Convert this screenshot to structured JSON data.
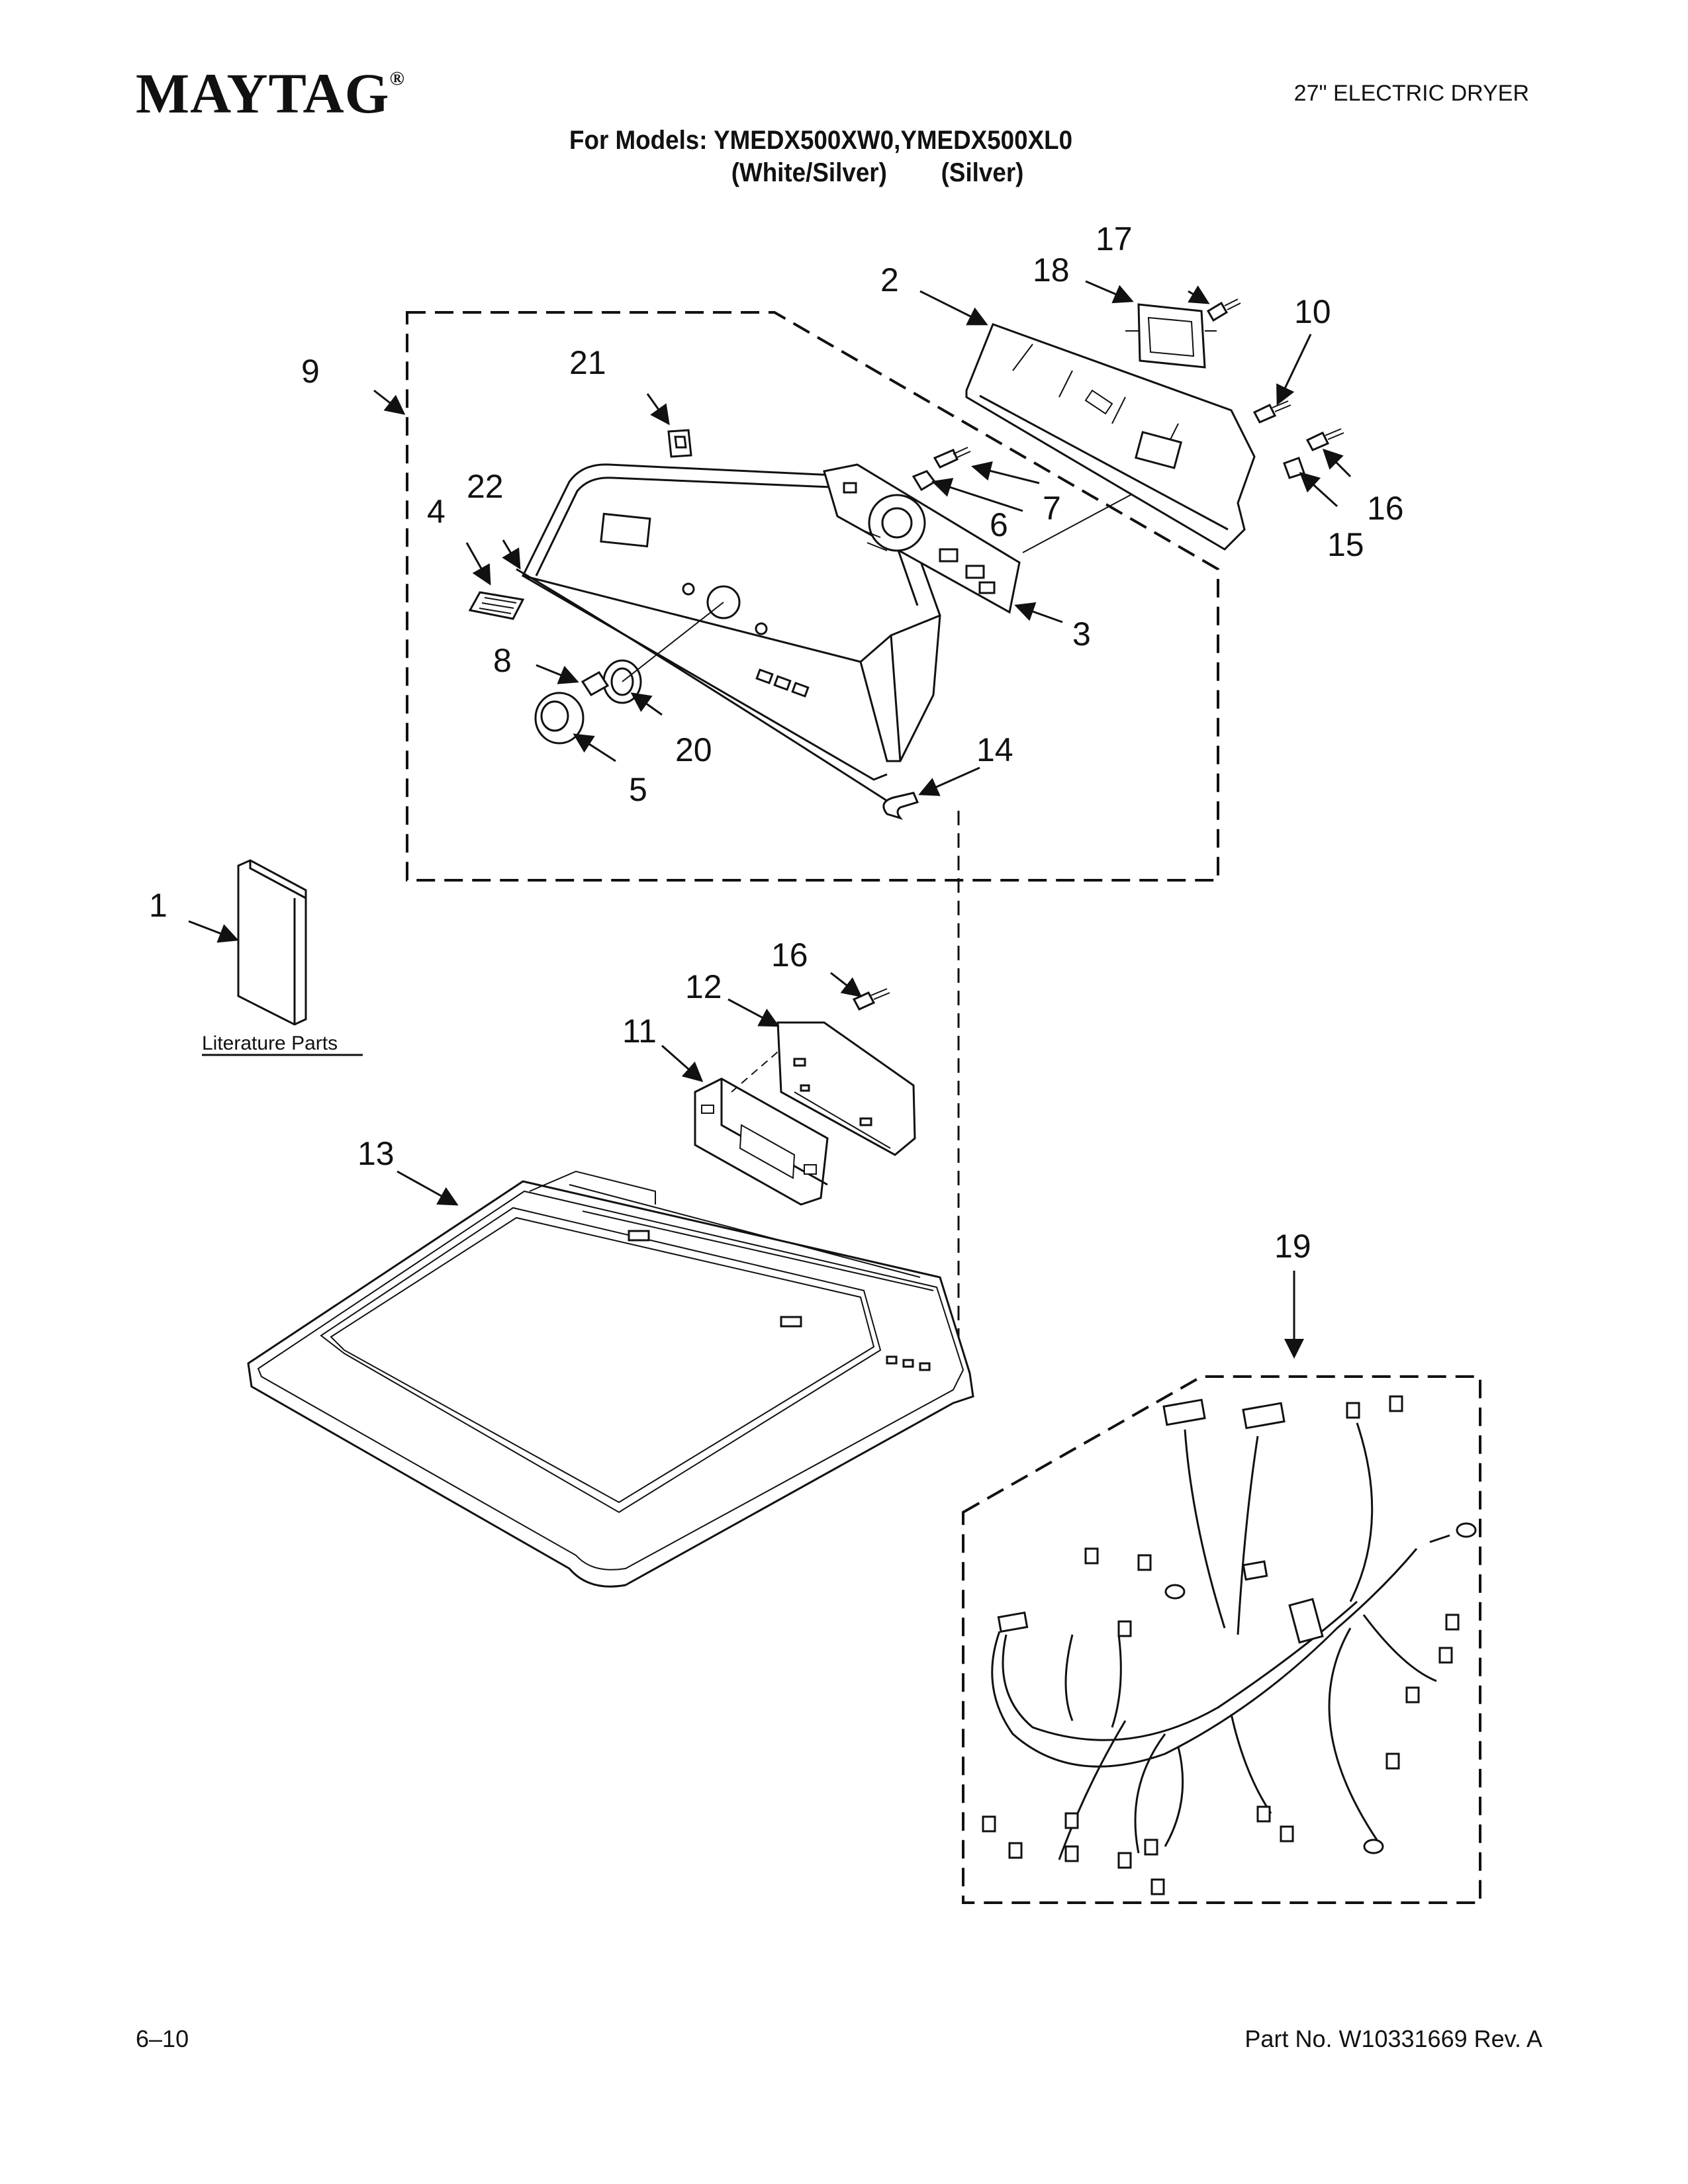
{
  "header": {
    "brand": "MAYTAG",
    "brand_mark": "®",
    "product": "27\" ELECTRIC DRYER",
    "models_line1": "For Models: YMEDX500XW0,YMEDX500XL0",
    "models_line2": "(White/Silver)        (Silver)"
  },
  "diagram": {
    "callouts": {
      "c1": "1",
      "c2": "2",
      "c3": "3",
      "c4": "4",
      "c5": "5",
      "c6": "6",
      "c7": "7",
      "c8": "8",
      "c9": "9",
      "c10": "10",
      "c11": "11",
      "c12": "12",
      "c13": "13",
      "c14": "14",
      "c15": "15",
      "c16a": "16",
      "c16b": "16",
      "c17": "17",
      "c18": "18",
      "c19": "19",
      "c20": "20",
      "c21": "21",
      "c22": "22"
    },
    "literature_label": "Literature Parts"
  },
  "footer": {
    "page": "6–10",
    "part_number": "Part No. W10331669 Rev. A"
  }
}
